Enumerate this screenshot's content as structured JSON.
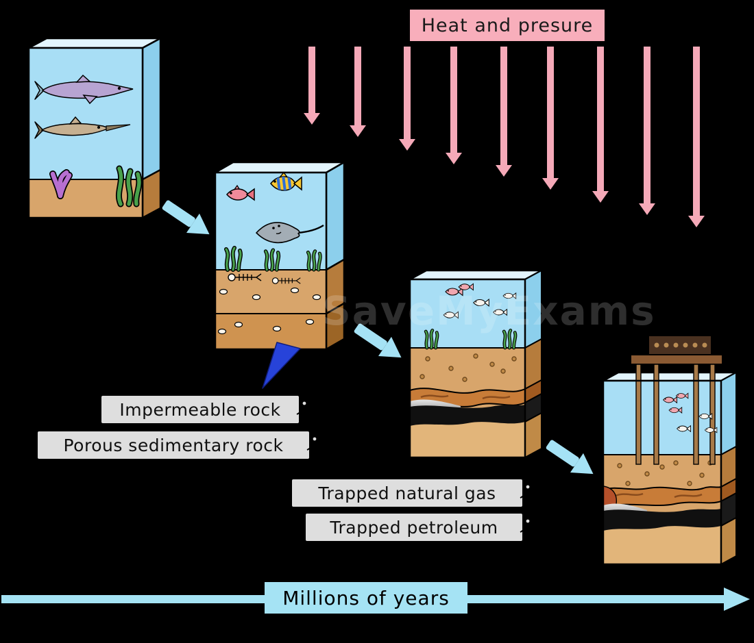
{
  "heat_label": {
    "text": "Heat and presure"
  },
  "callouts": {
    "impermeable_rock": {
      "text": "Impermeable rock"
    },
    "porous_sedimentary_rock": {
      "text": "Porous sedimentary rock"
    },
    "trapped_natural_gas": {
      "text": "Trapped natural gas"
    },
    "trapped_petroleum": {
      "text": "Trapped petroleum"
    }
  },
  "timeline": {
    "text": "Millions of years"
  },
  "watermark": {
    "text": "SaveMyExams"
  },
  "colors": {
    "background": "#000000",
    "heat_label_bg": "#f8aebb",
    "heat_arrow": "#f5a9b8",
    "stage_arrow": "#a5e2f5",
    "water": "#a8def5",
    "tank_top_glass": "#e3f5fd",
    "sand": "#d8a56b",
    "sand_dark": "#cf9350",
    "impermeable_rock_band": "#c87c38",
    "petroleum_black": "#101010",
    "natural_gas_gray": "#9a9a9a",
    "callout_bg": "#dedede",
    "timeline_bar": "#a5e3f4",
    "pointer_wedge_blue": "#2743d9"
  }
}
